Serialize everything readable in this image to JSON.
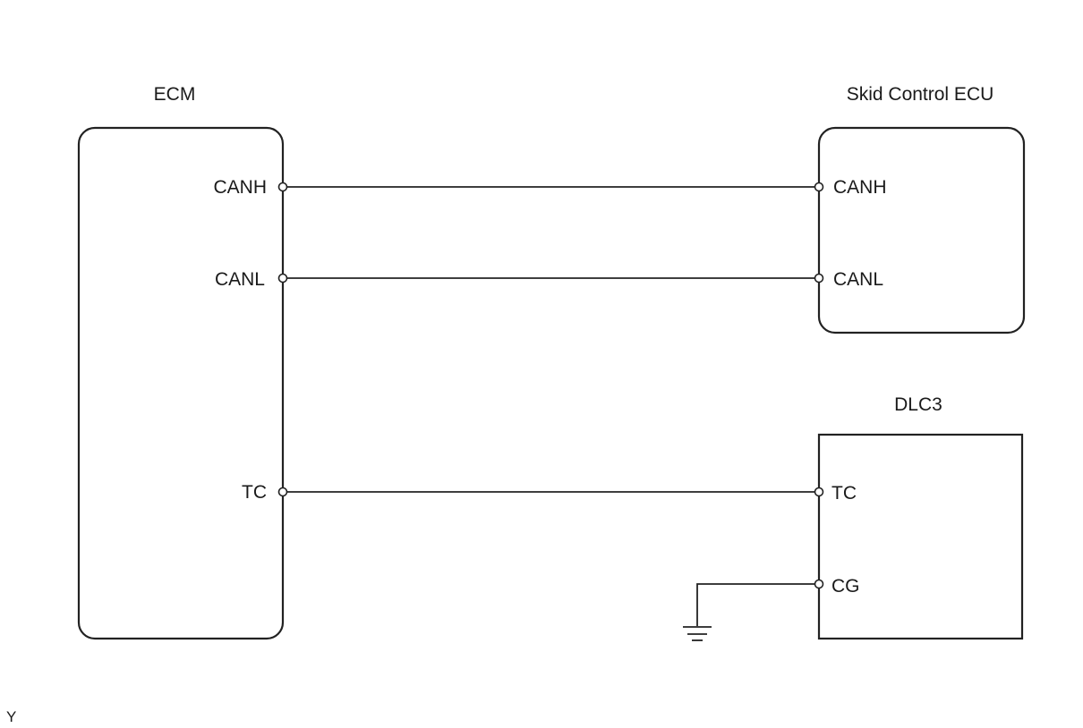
{
  "components": {
    "ecm": {
      "name": "ECM",
      "pins": {
        "canh": "CANH",
        "canl": "CANL",
        "tc": "TC"
      }
    },
    "skid_control_ecu": {
      "name": "Skid Control ECU",
      "pins": {
        "canh": "CANH",
        "canl": "CANL"
      }
    },
    "dlc3": {
      "name": "DLC3",
      "pins": {
        "tc": "TC",
        "cg": "CG"
      }
    }
  },
  "corner_tag": "Y"
}
